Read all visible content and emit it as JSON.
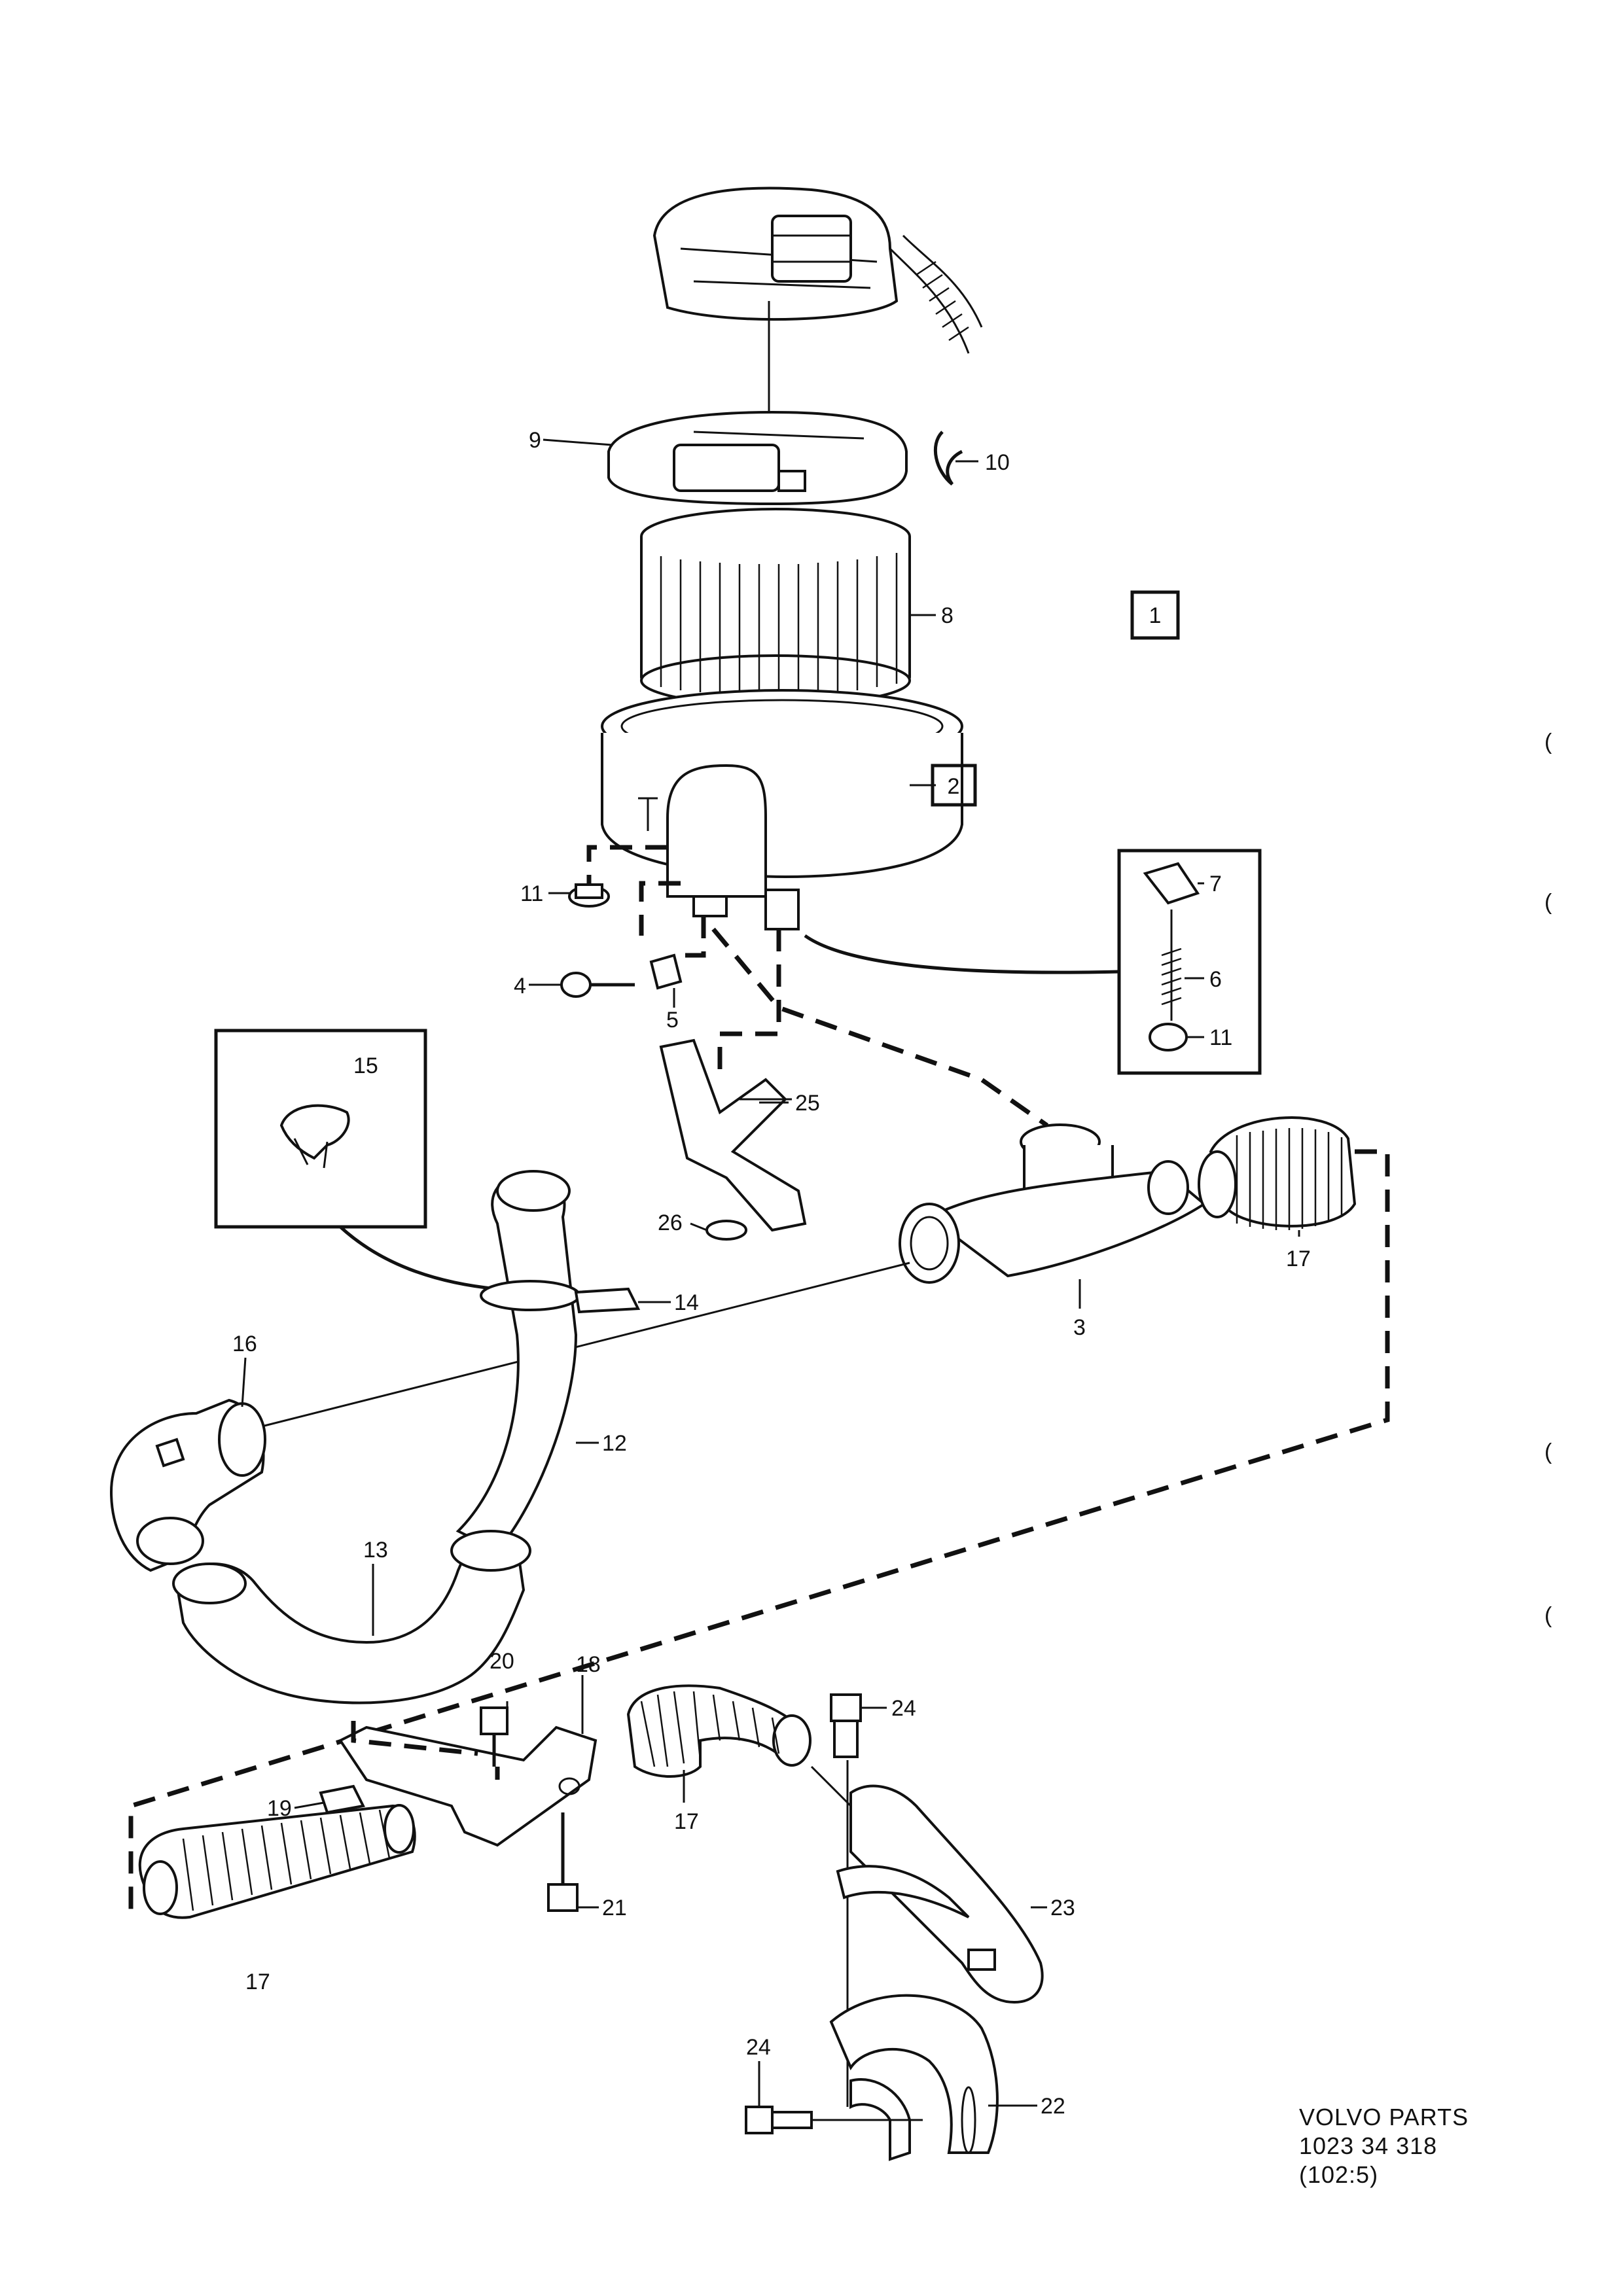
{
  "diagram": {
    "callouts": {
      "c1": "1",
      "c2": "2",
      "c3": "3",
      "c4": "4",
      "c5": "5",
      "c6": "6",
      "c7": "7",
      "c8": "8",
      "c9": "9",
      "c10": "10",
      "c11a": "11",
      "c11b": "11",
      "c12": "12",
      "c13": "13",
      "c14": "14",
      "c15": "15",
      "c16": "16",
      "c17a": "17",
      "c17b": "17",
      "c17c": "17",
      "c18": "18",
      "c19": "19",
      "c20": "20",
      "c21": "21",
      "c22": "22",
      "c23": "23",
      "c24a": "24",
      "c24b": "24",
      "c25": "25",
      "c26": "26"
    },
    "margin_marks": [
      "(",
      "(",
      "(",
      "("
    ],
    "footer": {
      "brand": "VOLVO PARTS",
      "number": "1023 34 318",
      "ref": "(102:5)"
    }
  }
}
